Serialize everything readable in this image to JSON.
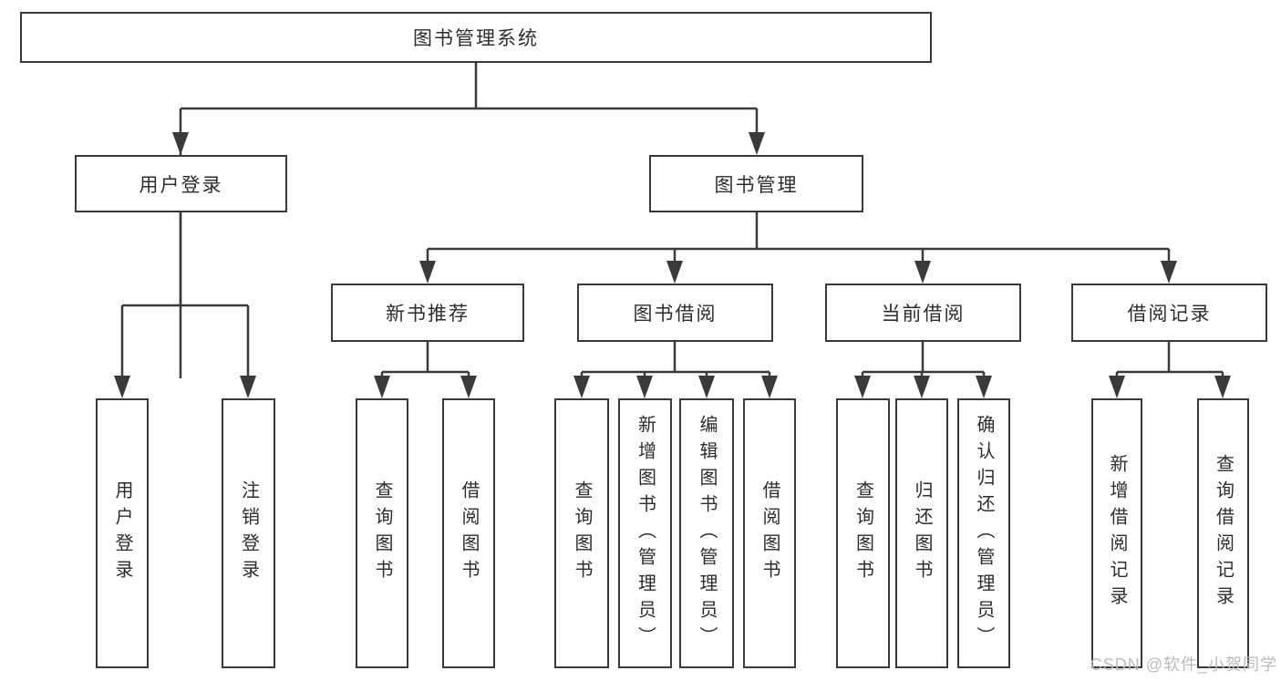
{
  "diagram": {
    "title": "图书管理系统",
    "watermark": "CSDN @软件_小贺同学",
    "colors": {
      "line": "#3a3a3a",
      "text": "#2d2d2d",
      "background": "#ffffff",
      "watermark": "#bcbcbc"
    }
  },
  "tree": {
    "root": {
      "label": "图书管理系统"
    },
    "branches": [
      {
        "label": "用户登录",
        "children": [
          {
            "label": "用户登录"
          },
          {
            "label": "注销登录"
          }
        ]
      },
      {
        "label": "图书管理",
        "children": [
          {
            "label": "新书推荐",
            "children": [
              {
                "label": "查询图书"
              },
              {
                "label": "借阅图书"
              }
            ]
          },
          {
            "label": "图书借阅",
            "children": [
              {
                "label": "查询图书"
              },
              {
                "label": "新增图书（管理员）"
              },
              {
                "label": "编辑图书（管理员）"
              },
              {
                "label": "借阅图书"
              }
            ]
          },
          {
            "label": "当前借阅",
            "children": [
              {
                "label": "查询图书"
              },
              {
                "label": "归还图书"
              },
              {
                "label": "确认归还（管理员）"
              }
            ]
          },
          {
            "label": "借阅记录",
            "children": [
              {
                "label": "新增借阅记录"
              },
              {
                "label": "查询借阅记录"
              }
            ]
          }
        ]
      }
    ]
  }
}
